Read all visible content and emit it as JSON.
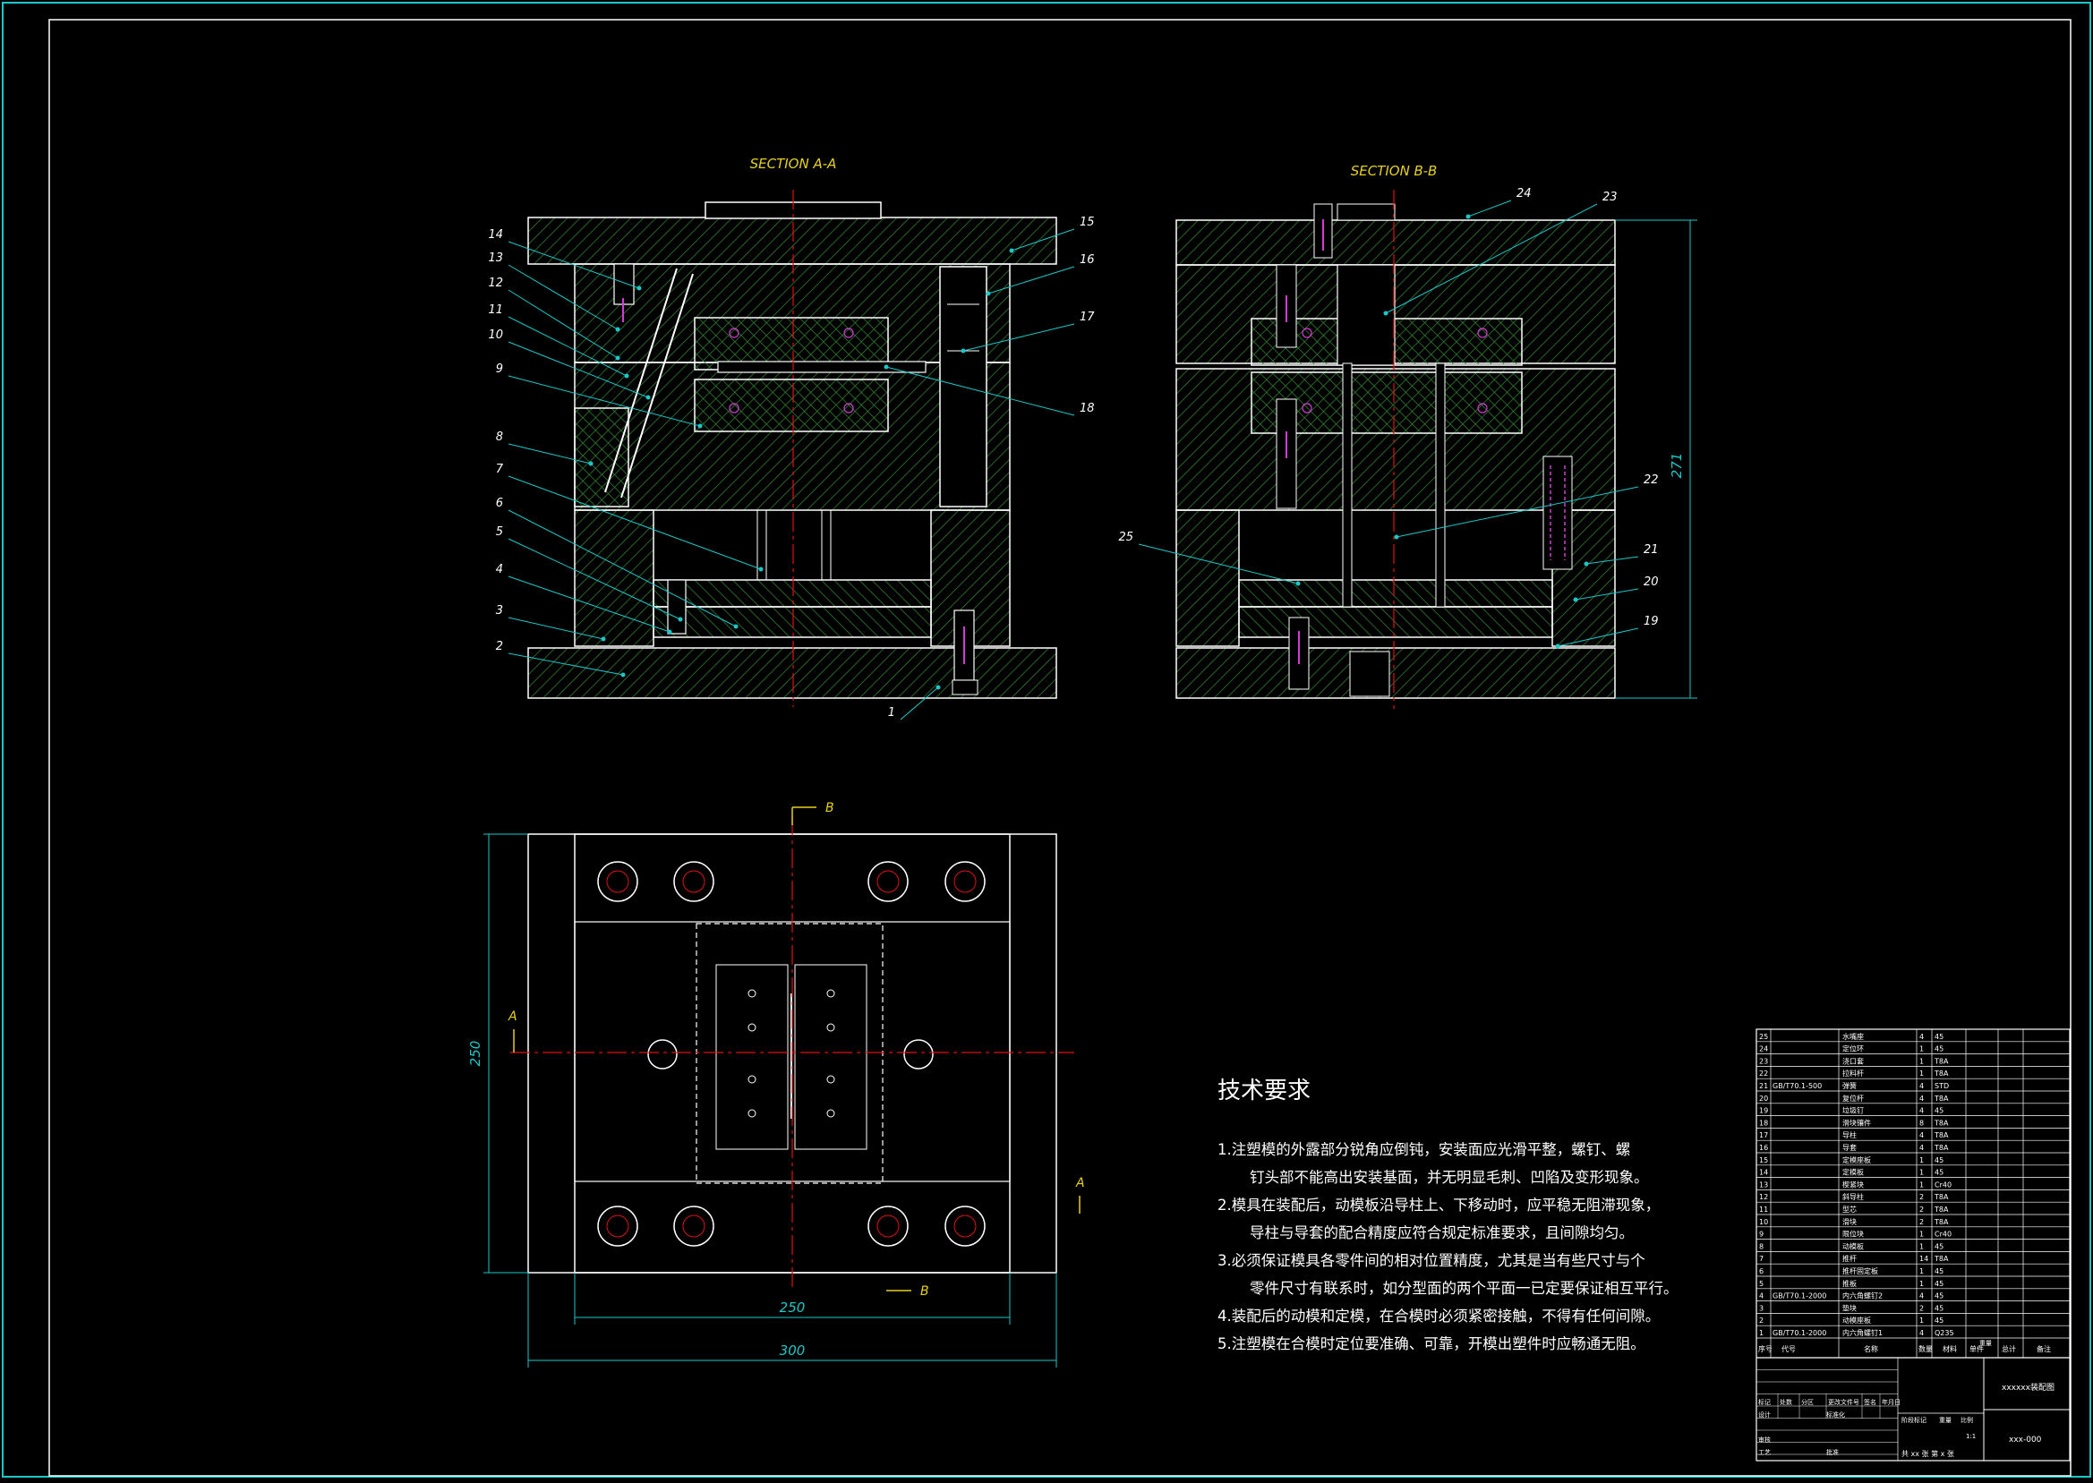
{
  "colors": {
    "background": "#000000",
    "outline": "#ffffff",
    "hatch": "#2f7d2f",
    "centerline": "#e01010",
    "dimension": "#19c9c9",
    "label": "#e6d11a",
    "magenta": "#d63ad6",
    "frame": "#19c9c9"
  },
  "sections": {
    "a": {
      "title": "SECTION A-A"
    },
    "b": {
      "title": "SECTION B-B"
    }
  },
  "leaders": [
    {
      "id": "1",
      "text": "1"
    },
    {
      "id": "2",
      "text": "2"
    },
    {
      "id": "3",
      "text": "3"
    },
    {
      "id": "4",
      "text": "4"
    },
    {
      "id": "5",
      "text": "5"
    },
    {
      "id": "6",
      "text": "6"
    },
    {
      "id": "7",
      "text": "7"
    },
    {
      "id": "8",
      "text": "8"
    },
    {
      "id": "9",
      "text": "9"
    },
    {
      "id": "10",
      "text": "10"
    },
    {
      "id": "11",
      "text": "11"
    },
    {
      "id": "12",
      "text": "12"
    },
    {
      "id": "13",
      "text": "13"
    },
    {
      "id": "14",
      "text": "14"
    },
    {
      "id": "15",
      "text": "15"
    },
    {
      "id": "16",
      "text": "16"
    },
    {
      "id": "17",
      "text": "17"
    },
    {
      "id": "18",
      "text": "18"
    },
    {
      "id": "19",
      "text": "19"
    },
    {
      "id": "20",
      "text": "20"
    },
    {
      "id": "21",
      "text": "21"
    },
    {
      "id": "22",
      "text": "22"
    },
    {
      "id": "23",
      "text": "23"
    },
    {
      "id": "24",
      "text": "24"
    },
    {
      "id": "25",
      "text": "25"
    }
  ],
  "dimensions": {
    "height_b": "271",
    "plan_height": "250",
    "inner_width": "250",
    "outer_width": "300"
  },
  "section_markers": {
    "a": "A",
    "b": "B"
  },
  "tech_requirements": {
    "title": "技术要求",
    "lines": [
      "1.注塑模的外露部分锐角应倒钝，安装面应光滑平整，螺钉、螺",
      "钉头部不能高出安装基面，并无明显毛刺、凹陷及变形现象。",
      "2.模具在装配后，动模板沿导柱上、下移动时，应平稳无阻滞现象，",
      "导柱与导套的配合精度应符合规定标准要求，且间隙均匀。",
      "3.必须保证模具各零件间的相对位置精度，尤其是当有些尺寸与个",
      "零件尺寸有联系时，如分型面的两个平面一已定要保证相互平行。",
      "4.装配后的动模和定模，在合模时必须紧密接触，不得有任何间隙。",
      "5.注塑模在合模时定位要准确、可靠，开模出塑件时应畅通无阻。"
    ]
  },
  "bom": {
    "rows": [
      {
        "no": "25",
        "std": "",
        "name": "水嘴座",
        "qty": "4",
        "mat": "45",
        "note": ""
      },
      {
        "no": "24",
        "std": "",
        "name": "定位环",
        "qty": "1",
        "mat": "45",
        "note": ""
      },
      {
        "no": "23",
        "std": "",
        "name": "浇口套",
        "qty": "1",
        "mat": "T8A",
        "note": ""
      },
      {
        "no": "22",
        "std": "",
        "name": "拉料杆",
        "qty": "1",
        "mat": "T8A",
        "note": ""
      },
      {
        "no": "21",
        "std": "GB/T70.1-500",
        "name": "弹簧",
        "qty": "4",
        "mat": "STD",
        "note": ""
      },
      {
        "no": "20",
        "std": "",
        "name": "复位杆",
        "qty": "4",
        "mat": "T8A",
        "note": ""
      },
      {
        "no": "19",
        "std": "",
        "name": "垃圾钉",
        "qty": "4",
        "mat": "45",
        "note": ""
      },
      {
        "no": "18",
        "std": "",
        "name": "滑块镶件",
        "qty": "8",
        "mat": "T8A",
        "note": ""
      },
      {
        "no": "17",
        "std": "",
        "name": "导柱",
        "qty": "4",
        "mat": "T8A",
        "note": ""
      },
      {
        "no": "16",
        "std": "",
        "name": "导套",
        "qty": "4",
        "mat": "T8A",
        "note": ""
      },
      {
        "no": "15",
        "std": "",
        "name": "定模座板",
        "qty": "1",
        "mat": "45",
        "note": ""
      },
      {
        "no": "14",
        "std": "",
        "name": "定模板",
        "qty": "1",
        "mat": "45",
        "note": ""
      },
      {
        "no": "13",
        "std": "",
        "name": "楔紧块",
        "qty": "1",
        "mat": "Cr40",
        "note": ""
      },
      {
        "no": "12",
        "std": "",
        "name": "斜导柱",
        "qty": "2",
        "mat": "T8A",
        "note": ""
      },
      {
        "no": "11",
        "std": "",
        "name": "型芯",
        "qty": "2",
        "mat": "T8A",
        "note": ""
      },
      {
        "no": "10",
        "std": "",
        "name": "滑块",
        "qty": "2",
        "mat": "T8A",
        "note": ""
      },
      {
        "no": "9",
        "std": "",
        "name": "限位块",
        "qty": "1",
        "mat": "Cr40",
        "note": ""
      },
      {
        "no": "8",
        "std": "",
        "name": "动模板",
        "qty": "1",
        "mat": "45",
        "note": ""
      },
      {
        "no": "7",
        "std": "",
        "name": "推杆",
        "qty": "14",
        "mat": "T8A",
        "note": ""
      },
      {
        "no": "6",
        "std": "",
        "name": "推杆固定板",
        "qty": "1",
        "mat": "45",
        "note": ""
      },
      {
        "no": "5",
        "std": "",
        "name": "推板",
        "qty": "1",
        "mat": "45",
        "note": ""
      },
      {
        "no": "4",
        "std": "GB/T70.1-2000",
        "name": "内六角螺钉2",
        "qty": "4",
        "mat": "45",
        "note": ""
      },
      {
        "no": "3",
        "std": "",
        "name": "垫块",
        "qty": "2",
        "mat": "45",
        "note": ""
      },
      {
        "no": "2",
        "std": "",
        "name": "动模座板",
        "qty": "1",
        "mat": "45",
        "note": ""
      },
      {
        "no": "1",
        "std": "GB/T70.1-2000",
        "name": "内六角螺钉1",
        "qty": "4",
        "mat": "Q235",
        "note": ""
      }
    ],
    "header": {
      "no": "序号",
      "std": "代号",
      "name": "名称",
      "qty": "数量",
      "mat": "材料",
      "w1": "单件",
      "w2": "总计",
      "w3": "重量",
      "note": "备注"
    }
  },
  "titleblock": {
    "drawing_name": "xxxxxx装配图",
    "drawing_no": "xxx-000",
    "sheet": "共 xx 张  第 x 张",
    "scale": "1:1",
    "labels": {
      "mark": "标记",
      "count": "处数",
      "zone": "分区",
      "change_no": "更改文件号",
      "sign": "签名",
      "date": "年月日",
      "design": "设计",
      "standardize": "标准化",
      "stage_mark": "阶段标记",
      "weight": "重量",
      "ratio": "比例",
      "review": "审核",
      "process": "工艺",
      "approve": "批准"
    }
  }
}
